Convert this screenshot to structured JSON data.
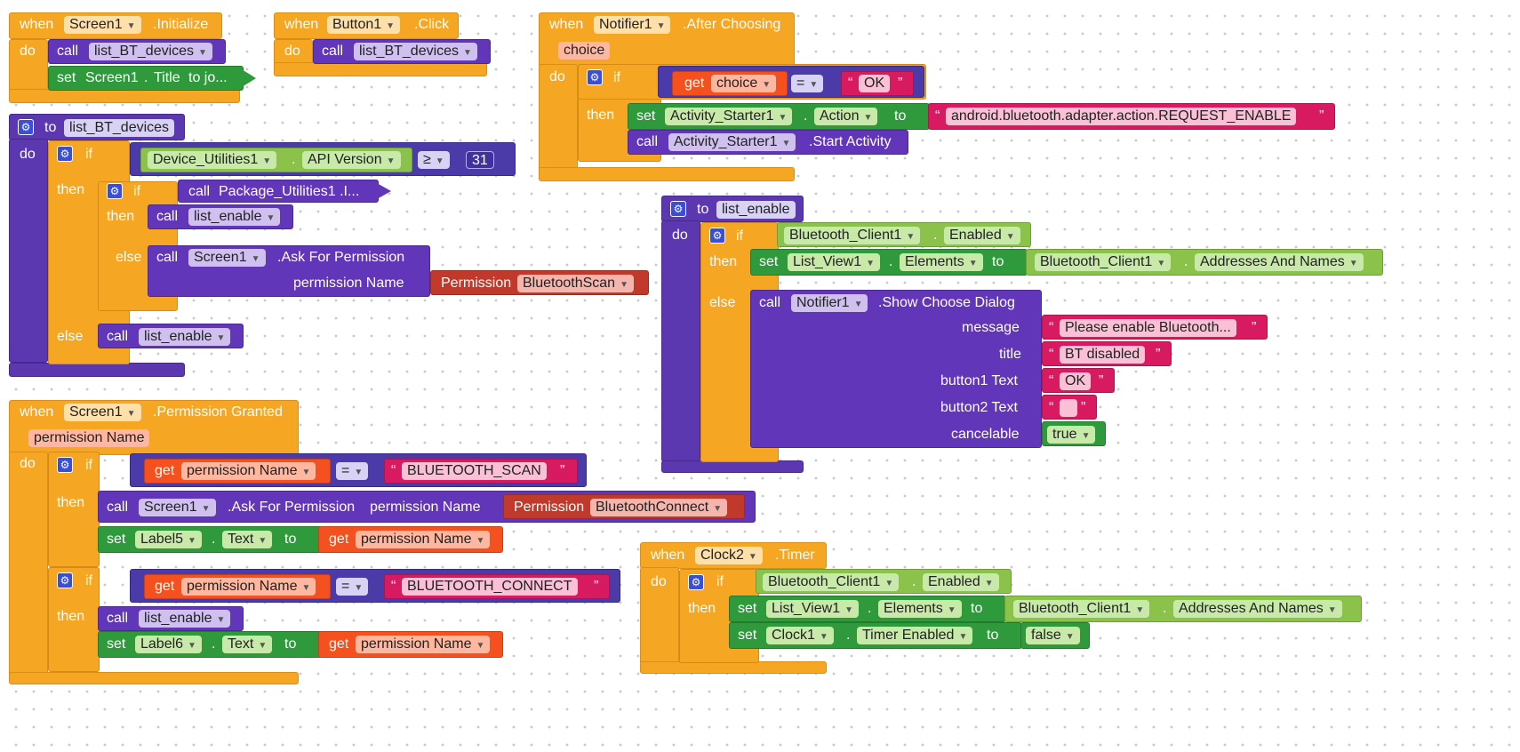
{
  "kw": {
    "when": "when",
    "do": "do",
    "call": "call",
    "set": "set",
    "to": "to",
    "if": "if",
    "then": "then",
    "else": "else",
    "get": "get",
    "permission": "Permission"
  },
  "b1": {
    "comp": "Screen1",
    "event": ".Initialize",
    "proc": "list_BT_devices",
    "obj": "Screen1",
    "prop": "Title",
    "tail": "to jo..."
  },
  "b2": {
    "comp": "Button1",
    "event": ".Click",
    "proc": "list_BT_devices"
  },
  "b3": {
    "comp": "Notifier1",
    "event": ".After Choosing",
    "param": "choice",
    "var": "choice",
    "op": "=",
    "lit": "OK",
    "c1": "Activity_Starter1",
    "p1": "Action",
    "lit2": "android.bluetooth.adapter.action.REQUEST_ENABLE",
    "c2": "Activity_Starter1",
    "m2": ".Start Activity"
  },
  "b4": {
    "name": "list_BT_devices",
    "c1": "Device_Utilities1",
    "p1": "API Version",
    "op": "≥",
    "num": "31",
    "call1": "Package_Utilities1 .I...",
    "call2": "list_enable",
    "comp3": "Screen1",
    "m3": ".Ask For Permission",
    "arg": "permission Name",
    "perm": "BluetoothScan",
    "call4": "list_enable"
  },
  "b5": {
    "name": "list_enable",
    "c1": "Bluetooth_Client1",
    "p1": "Enabled",
    "c2": "List_View1",
    "p2": "Elements",
    "c3": "Bluetooth_Client1",
    "p3": "Addresses And Names",
    "comp": "Notifier1",
    "m": ".Show Choose Dialog",
    "a1": "message",
    "v1": "Please enable Bluetooth...",
    "a2": "title",
    "v2": "BT disabled",
    "a3": "button1 Text",
    "v3": "OK",
    "a4": "button2 Text",
    "v4": "",
    "a5": "cancelable",
    "v5": "true"
  },
  "b6": {
    "comp": "Screen1",
    "event": ".Permission Granted",
    "param": "permission Name",
    "var1": "permission Name",
    "op": "=",
    "lit1": "BLUETOOTH_SCAN",
    "comp2": "Screen1",
    "m2": ".Ask For Permission",
    "arg2": "permission Name",
    "perm2": "BluetoothConnect",
    "c3": "Label5",
    "p3": "Text",
    "var3": "permission Name",
    "var4": "permission Name",
    "lit4": "BLUETOOTH_CONNECT",
    "call5": "list_enable",
    "c6": "Label6",
    "p6": "Text",
    "var6": "permission Name"
  },
  "b7": {
    "comp": "Clock2",
    "event": ".Timer",
    "c1": "Bluetooth_Client1",
    "p1": "Enabled",
    "c2": "List_View1",
    "p2": "Elements",
    "c3": "Bluetooth_Client1",
    "p3": "Addresses And Names",
    "c4": "Clock1",
    "p4": "Timer Enabled",
    "v4": "false"
  }
}
